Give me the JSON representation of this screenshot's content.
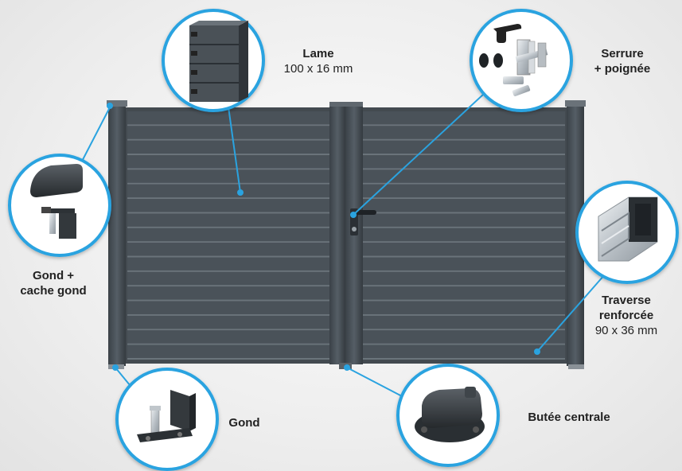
{
  "colors": {
    "gate": "#4a5259",
    "gate_dark": "#3a4147",
    "slat_gap": "#6b747b",
    "callout": "#2aa3e0",
    "metal": "#c9ced3"
  },
  "labels": {
    "lame_title": "Lame",
    "lame_size": "100 x 16 mm",
    "serrure_1": "Serrure",
    "serrure_2": "+ poignée",
    "gond_cache_1": "Gond +",
    "gond_cache_2": "cache gond",
    "traverse_1": "Traverse",
    "traverse_2": "renforcée",
    "traverse_size": "90 x 36 mm",
    "gond": "Gond",
    "butee": "Butée centrale"
  },
  "icons": {
    "lame": "slat-profile-icon",
    "serrure": "lock-handle-icon",
    "gond_cache": "hinge-cover-icon",
    "traverse": "reinforced-rail-icon",
    "gond": "hinge-icon",
    "butee": "center-stop-icon"
  }
}
